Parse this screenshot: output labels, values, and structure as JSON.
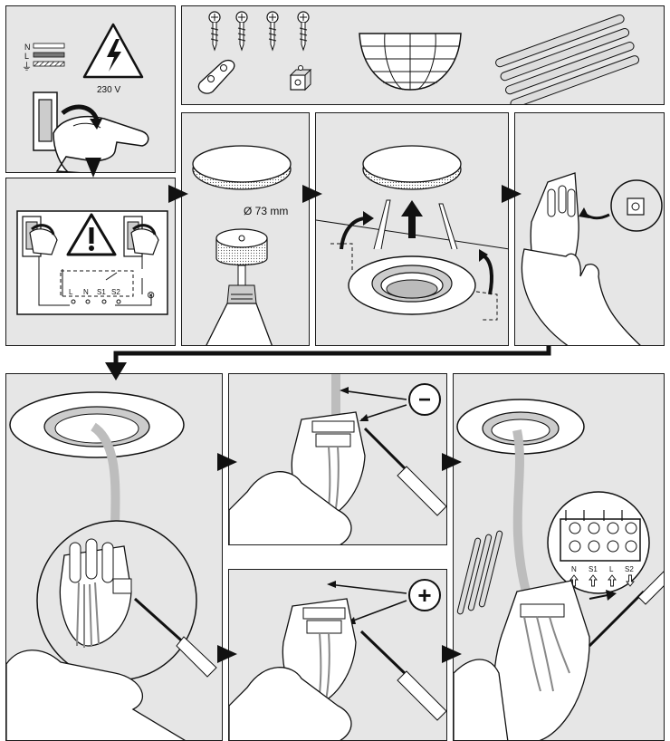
{
  "hazard": {
    "voltage": "230 V",
    "wire_n": "N",
    "wire_l": "L",
    "ground_symbol": "⏚"
  },
  "wiring_diagram": {
    "terminals": [
      "L",
      "N",
      "S1",
      "S2"
    ],
    "lamp_symbol": "⊗"
  },
  "cutout": {
    "diameter": "Ø 73 mm"
  },
  "adjust": {
    "decrease_symbol": "−",
    "increase_symbol": "+"
  },
  "terminal_block": {
    "labels": [
      "N",
      "S1",
      "L",
      "S2"
    ],
    "directions": [
      "up",
      "up",
      "up",
      "down"
    ]
  },
  "colors": {
    "panel_bg": "#e6e6e6",
    "outline": "#1a1a1a",
    "cable_grey": "#bdbdbd"
  }
}
